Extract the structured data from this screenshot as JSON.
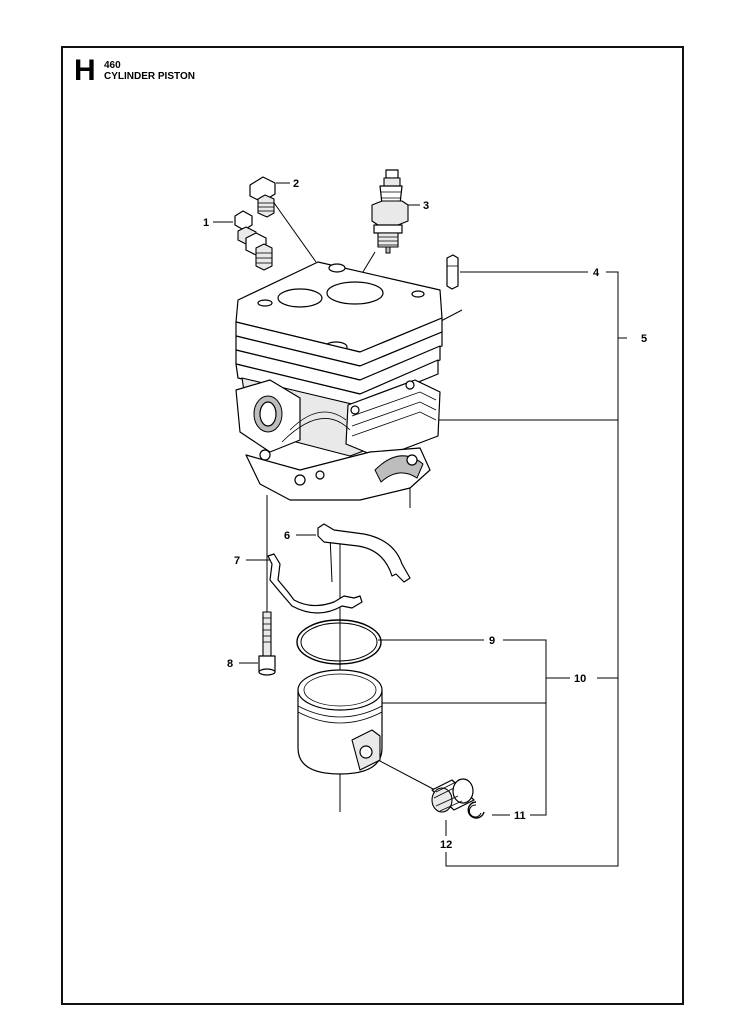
{
  "header": {
    "section_letter": "H",
    "model": "460",
    "title": "CYLINDER PISTON"
  },
  "callouts": {
    "c1": "1",
    "c2": "2",
    "c3": "3",
    "c4": "4",
    "c5": "5",
    "c6": "6",
    "c7": "7",
    "c8": "8",
    "c9": "9",
    "c10": "10",
    "c11": "11",
    "c12": "12"
  }
}
